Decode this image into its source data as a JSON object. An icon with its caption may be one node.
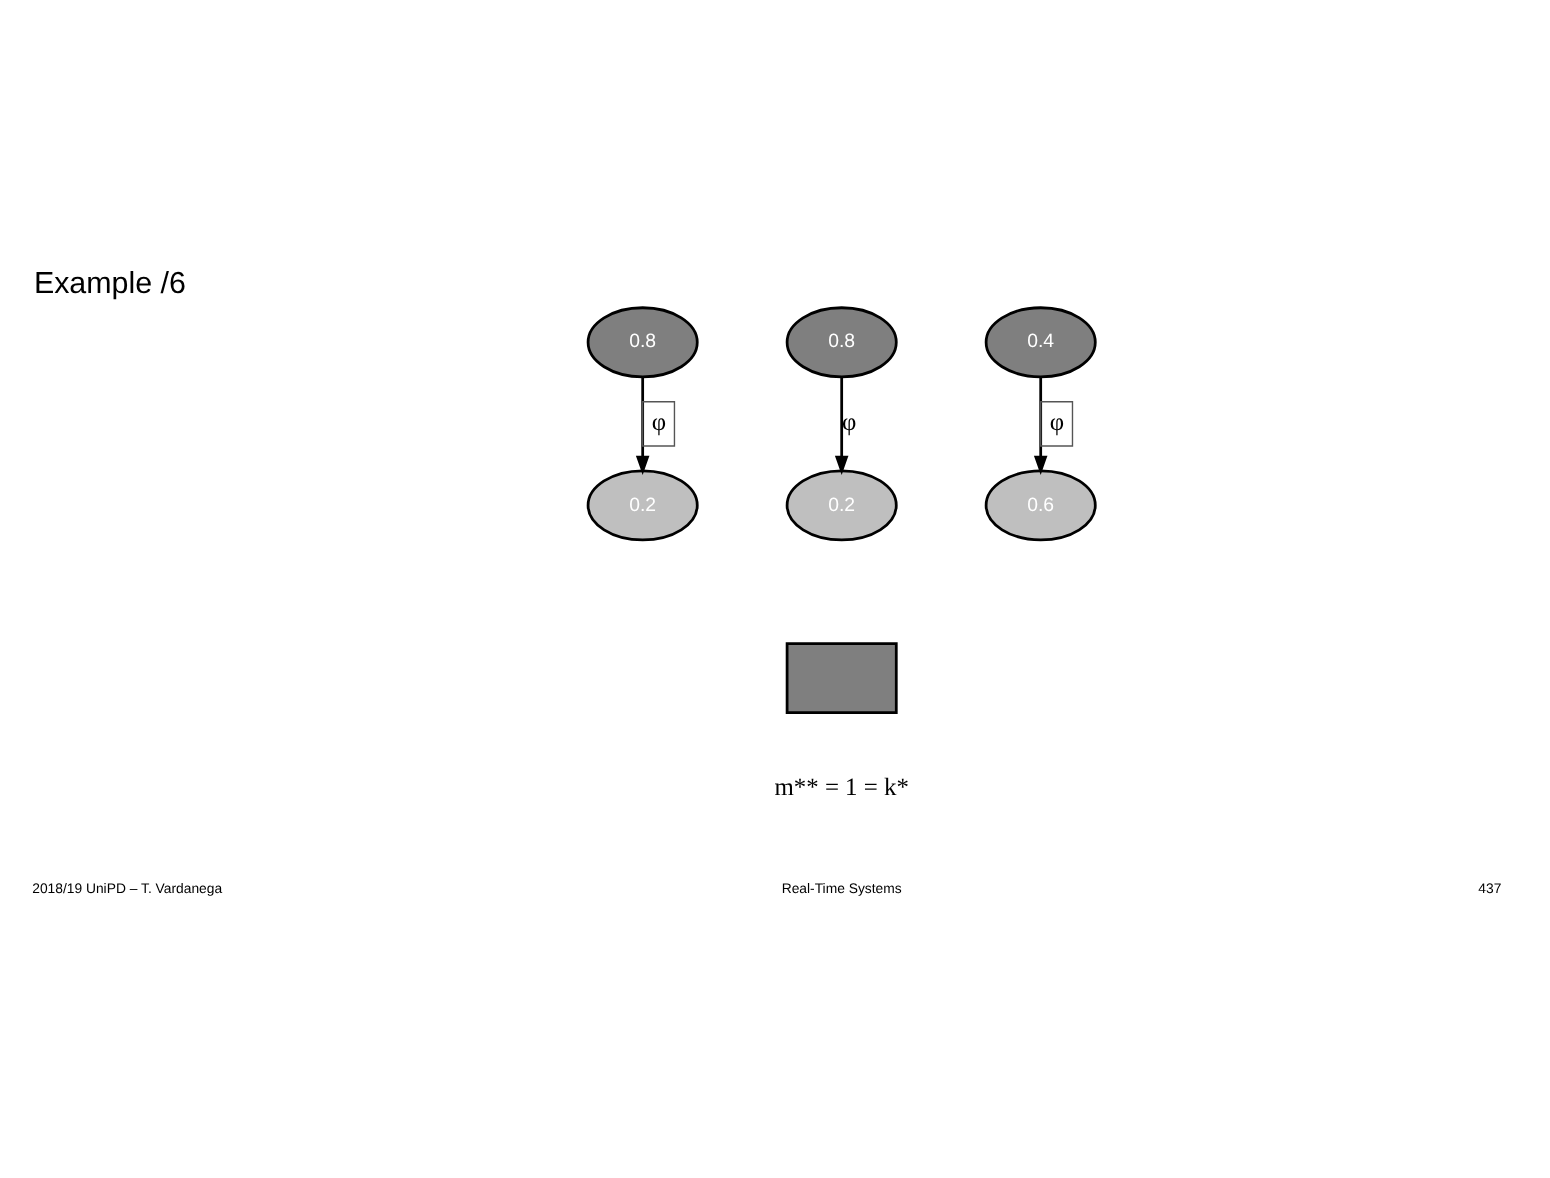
{
  "diagram": {
    "title": "Example /6",
    "nodes": [
      {
        "text": [
          "0.8"
        ]
      },
      {
        "text": [
          "0.2"
        ]
      },
      {
        "text": [
          "0.8"
        ]
      },
      {
        "text": [
          "0.2"
        ]
      },
      {
        "text": [
          "0.4"
        ]
      },
      {
        "text": [
          "0.6"
        ]
      },
      {
        "text": [],
        "shape": "box",
        "beside": [
          "m** = 1 = k*"
        ]
      }
    ],
    "edges": [
      {
        "from": 0,
        "to": 1,
        "arrow": "to",
        "label": "φ"
      },
      {
        "from": 2,
        "to": 3,
        "arrow": "to",
        "label": "φ"
      },
      {
        "from": 4,
        "to": 5,
        "arrow": "to",
        "label": "φ"
      }
    ],
    "labels": [
      "2018/19 UniPD – T. Vardanega",
      "Real-Time Systems",
      "437"
    ]
  }
}
